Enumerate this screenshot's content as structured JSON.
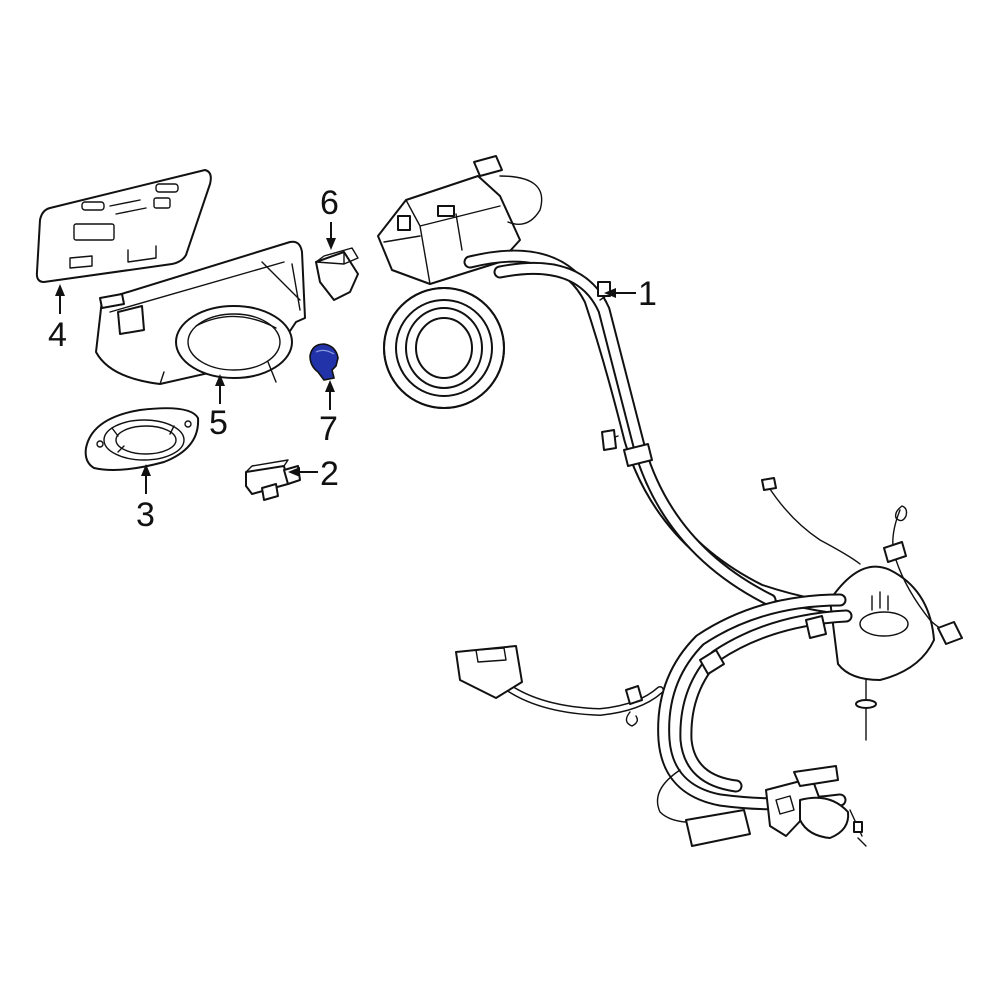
{
  "diagram": {
    "highlight_color": "#2233aa",
    "line_color": "#111111",
    "callouts": [
      {
        "id": "1",
        "label": "1"
      },
      {
        "id": "2",
        "label": "2"
      },
      {
        "id": "3",
        "label": "3"
      },
      {
        "id": "4",
        "label": "4"
      },
      {
        "id": "5",
        "label": "5"
      },
      {
        "id": "6",
        "label": "6"
      },
      {
        "id": "7",
        "label": "7"
      }
    ]
  }
}
